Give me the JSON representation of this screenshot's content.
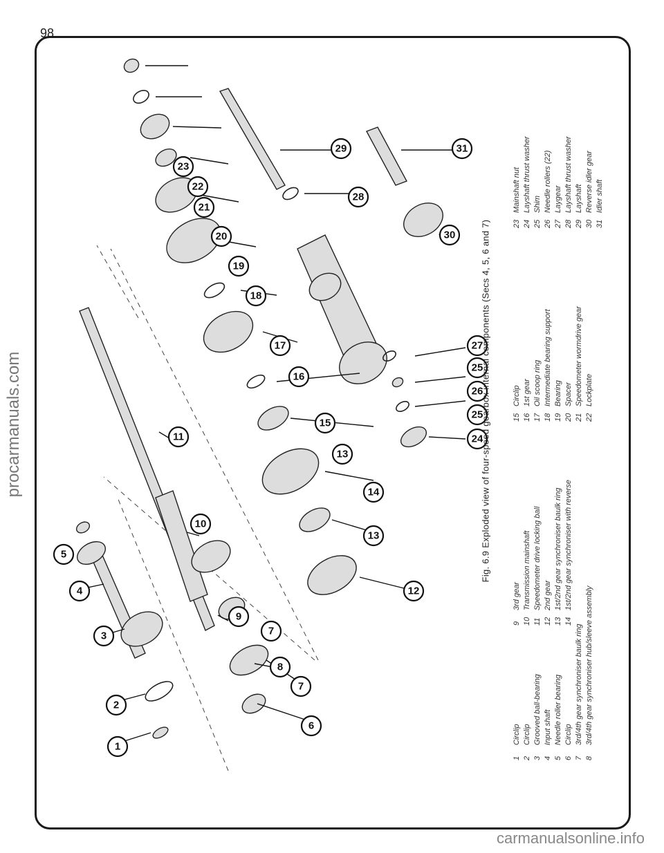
{
  "page": {
    "number": "98"
  },
  "watermarks": {
    "side": "procarmanuals.com",
    "bottom": "carmanualsonline.info"
  },
  "figure": {
    "caption": "Fig. 6.9 Exploded view of four-speed gearbox internal components (Secs 4, 5, 6 and 7)",
    "legend": [
      {
        "n": "1",
        "text": "Circlip"
      },
      {
        "n": "2",
        "text": "Circlip"
      },
      {
        "n": "3",
        "text": "Grooved ball-bearing"
      },
      {
        "n": "4",
        "text": "Input shaft"
      },
      {
        "n": "5",
        "text": "Needle roller bearing"
      },
      {
        "n": "6",
        "text": "Circlip"
      },
      {
        "n": "7",
        "text": "3rd/4th gear synchroniser baulk ring"
      },
      {
        "n": "8",
        "text": "3rd/4th gear synchroniser hub/sleeve assembly"
      },
      {
        "n": "9",
        "text": "3rd gear"
      },
      {
        "n": "10",
        "text": "Transmission mainshaft"
      },
      {
        "n": "11",
        "text": "Speedometer drive locking ball"
      },
      {
        "n": "12",
        "text": "2nd gear"
      },
      {
        "n": "13",
        "text": "1st/2nd gear synchroniser baulk ring"
      },
      {
        "n": "14",
        "text": "1st/2nd gear synchroniser with reverse"
      },
      {
        "n": "15",
        "text": "Circlip"
      },
      {
        "n": "16",
        "text": "1st gear"
      },
      {
        "n": "17",
        "text": "Oil scoop ring"
      },
      {
        "n": "18",
        "text": "Intermediate bearing support"
      },
      {
        "n": "19",
        "text": "Bearing"
      },
      {
        "n": "20",
        "text": "Spacer"
      },
      {
        "n": "21",
        "text": "Speedometer wormdrive gear"
      },
      {
        "n": "22",
        "text": "Lockplate"
      },
      {
        "n": "23",
        "text": "Mainshaft nut"
      },
      {
        "n": "24",
        "text": "Layshaft thrust washer"
      },
      {
        "n": "25",
        "text": "Shim"
      },
      {
        "n": "26",
        "text": "Needle rollers (22)"
      },
      {
        "n": "27",
        "text": "Laygear"
      },
      {
        "n": "28",
        "text": "Layshaft thrust washer"
      },
      {
        "n": "29",
        "text": "Layshaft"
      },
      {
        "n": "30",
        "text": "Reverse idler gear"
      },
      {
        "n": "31",
        "text": "Idler shaft"
      }
    ],
    "callouts": [
      "1",
      "2",
      "3",
      "4",
      "5",
      "6",
      "7",
      "7",
      "8",
      "9",
      "10",
      "11",
      "12",
      "13",
      "13",
      "14",
      "15",
      "16",
      "17",
      "18",
      "19",
      "20",
      "21",
      "22",
      "23",
      "24",
      "25",
      "25",
      "26",
      "27",
      "28",
      "29",
      "30",
      "31"
    ]
  }
}
